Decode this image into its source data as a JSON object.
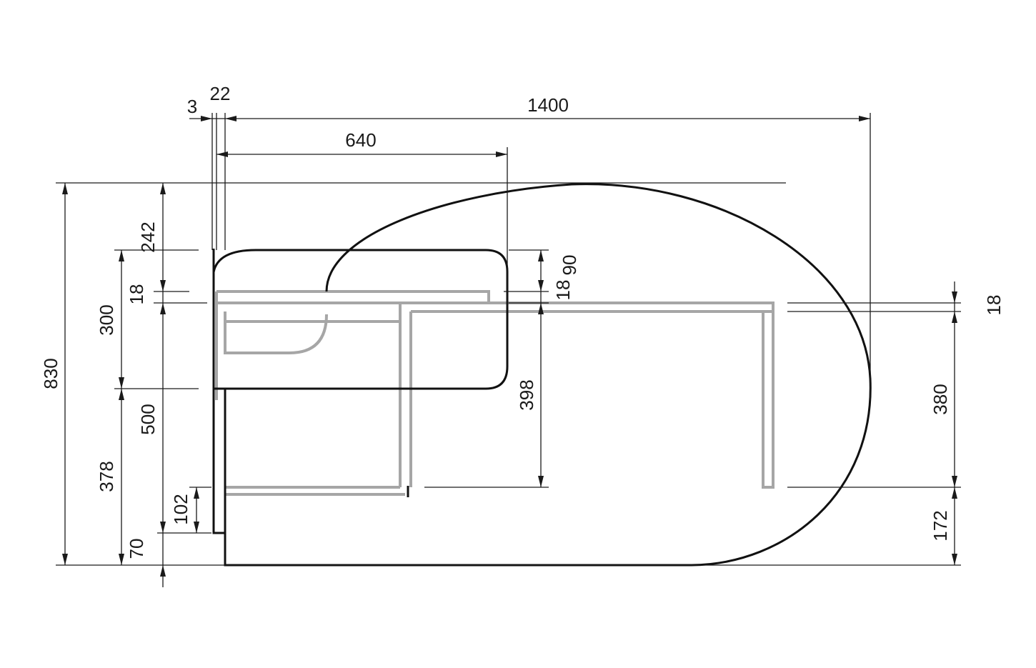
{
  "dimensions": {
    "d3": "3",
    "d22": "22",
    "d1400": "1400",
    "d640": "640",
    "d242": "242",
    "d18_left": "18",
    "d300": "300",
    "d830": "830",
    "d500": "500",
    "d378": "378",
    "d102": "102",
    "d70": "70",
    "d90": "90",
    "d18_mid": "18",
    "d398": "398",
    "d18_right": "18",
    "d380": "380",
    "d172": "172"
  },
  "colors": {
    "outline": "#111111",
    "frame": "#a6a6a6",
    "dimension": "#1a1a1a"
  }
}
